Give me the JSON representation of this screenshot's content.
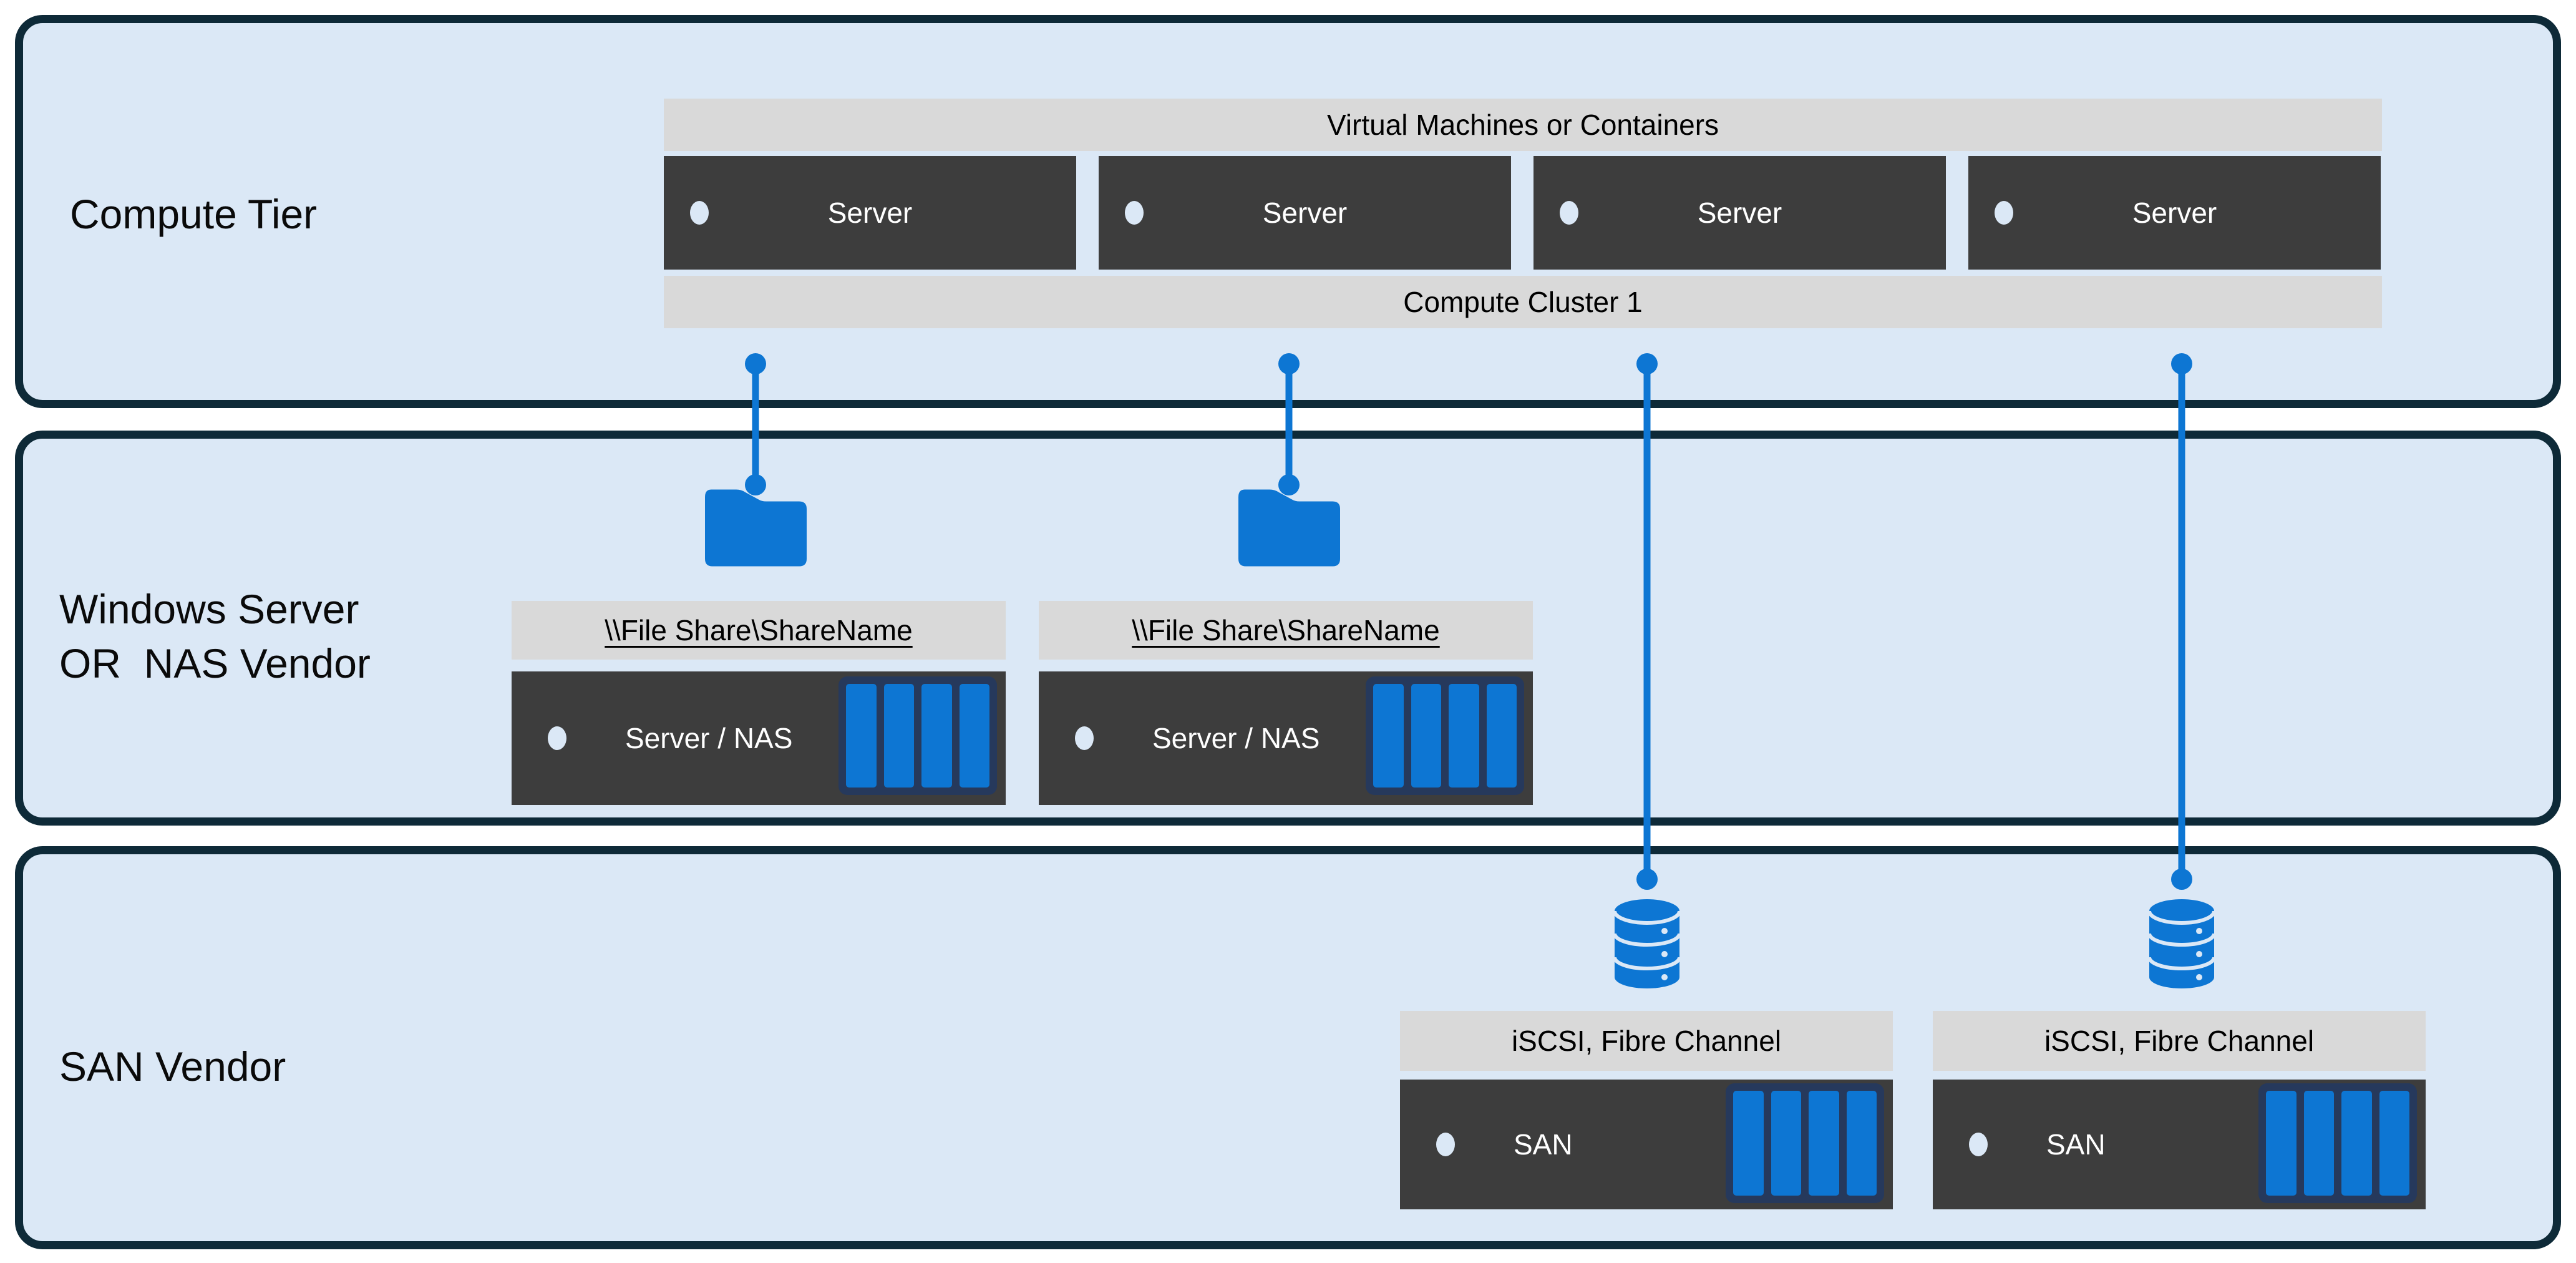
{
  "colors": {
    "page_bg": "#ffffff",
    "tier_fill": "#dbe8f6",
    "tier_border": "#0e2a38",
    "bar_fill": "#d9d9d9",
    "box_fill": "#3d3d3d",
    "box_text": "#ffffff",
    "accent_blue": "#0d76d3",
    "disk_outline": "#26395c",
    "label_text": "#000000"
  },
  "icons": {
    "folder": "folder-icon",
    "storage_cylinder": "database-cylinder-icon",
    "disk_array": "disk-array-icon",
    "bullet": "bullet-dot-icon",
    "connector": "connector-line-dot"
  },
  "tiers": {
    "compute": {
      "label": "Compute Tier",
      "header": "Virtual Machines or Containers",
      "servers": [
        "Server",
        "Server",
        "Server",
        "Server"
      ],
      "footer": "Compute Cluster 1"
    },
    "nas": {
      "label_line1": "Windows Server",
      "label_line2": "OR  NAS Vendor",
      "groups": [
        {
          "share": "\\\\File Share\\ShareName",
          "device": "Server / NAS"
        },
        {
          "share": "\\\\File Share\\ShareName",
          "device": "Server / NAS"
        }
      ]
    },
    "san": {
      "label": "SAN Vendor",
      "groups": [
        {
          "protocol": "iSCSI, Fibre Channel",
          "device": "SAN"
        },
        {
          "protocol": "iSCSI, Fibre Channel",
          "device": "SAN"
        }
      ]
    }
  }
}
